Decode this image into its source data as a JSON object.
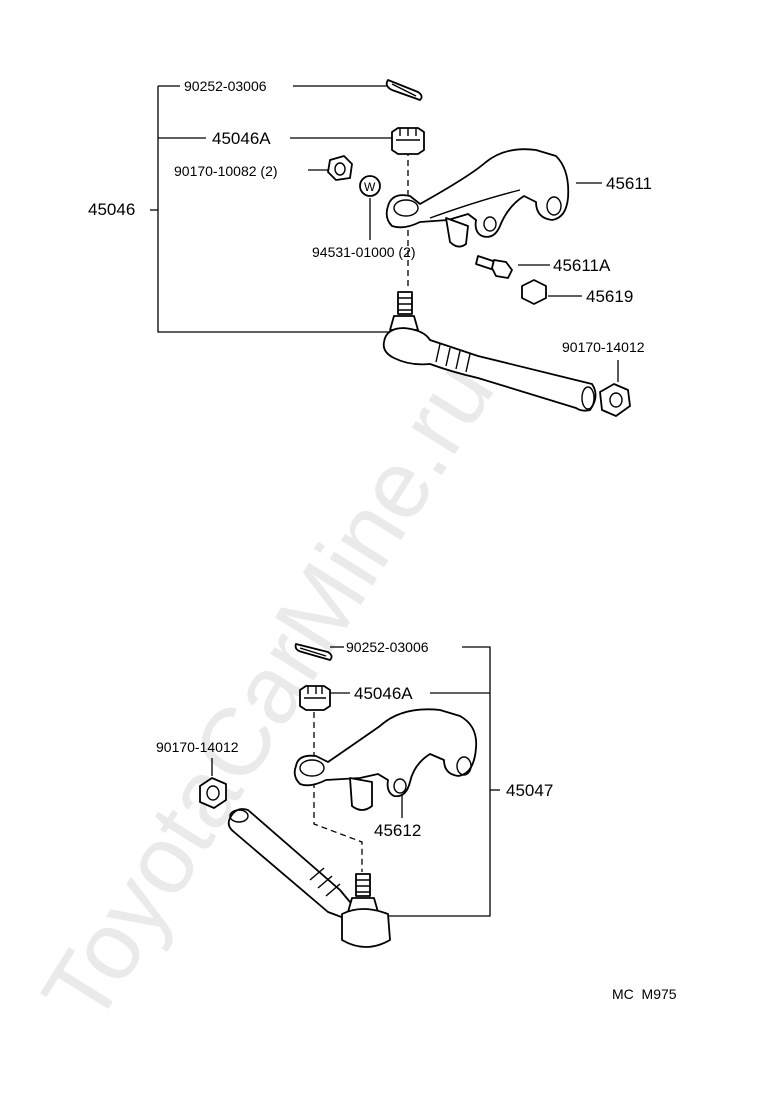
{
  "watermark": "ToyotaCarMine.ru",
  "top_assembly": {
    "group_label": "45046",
    "cotter_pin": "90252-03006",
    "castle_nut": "45046A",
    "nut_small": "90170-10082 (2)",
    "washer": "94531-01000 (2)",
    "washer_mark": "W",
    "arm": "45611",
    "bolt": "45611A",
    "cap_nut": "45619",
    "hex_nut": "90170-14012"
  },
  "bottom_assembly": {
    "group_label": "45047",
    "cotter_pin": "90252-03006",
    "castle_nut": "45046A",
    "hex_nut": "90170-14012",
    "arm": "45612"
  },
  "footer_code": "MC  M975"
}
